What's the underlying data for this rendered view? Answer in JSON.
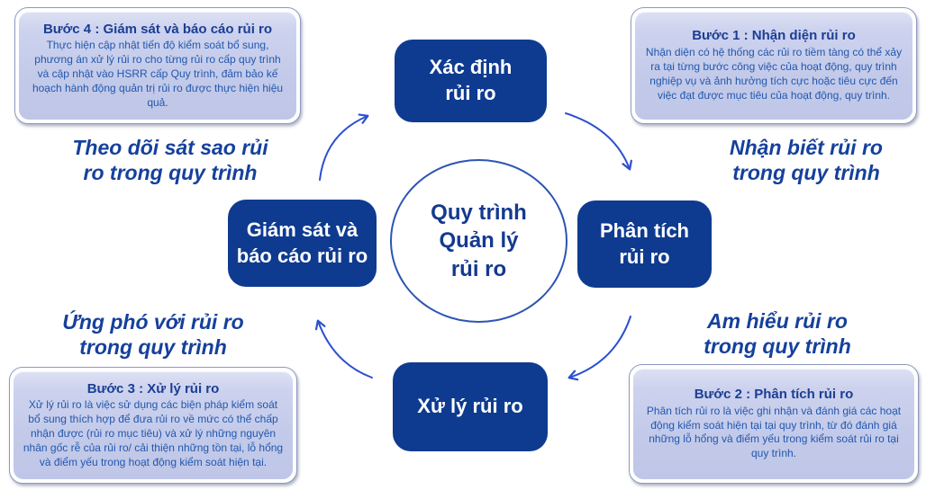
{
  "diagram": {
    "center": {
      "lines": [
        "Quy trình",
        "Quản lý",
        "rủi ro"
      ]
    },
    "nodes": {
      "top": {
        "lines": [
          "Xác định",
          "rủi ro"
        ]
      },
      "right": {
        "lines": [
          "Phân tích",
          "rủi ro"
        ]
      },
      "bottom": {
        "lines": [
          "Xử lý rủi ro"
        ]
      },
      "left": {
        "lines": [
          "Giám sát và",
          "báo cáo rủi ro"
        ]
      }
    },
    "steps": {
      "step1": {
        "title": "Bước 1 : Nhận diện rủi ro",
        "body": "Nhận diện có hệ thống các rủi ro tiềm tàng có thể xảy ra tại từng bước công việc của hoạt động, quy trình nghiệp vụ và ảnh hưởng tích cực hoặc tiêu cực đến việc đạt được mục tiêu của hoạt động, quy trình."
      },
      "step2": {
        "title": "Bước 2 : Phân tích rủi ro",
        "body": "Phân tích rủi ro là việc ghi nhận và đánh giá các hoạt động kiểm soát hiện tại tại quy trình, từ đó đánh giá những lỗ hổng và điểm yếu trong kiểm soát rủi ro tại quy trình."
      },
      "step3": {
        "title": "Bước 3 : Xử lý rủi ro",
        "body": "Xử lý rủi ro là việc sử dụng các biện pháp kiểm soát bổ sung thích hợp để đưa rủi ro về mức có thể chấp nhận được (rủi ro mục tiêu) và xử lý những nguyên nhân gốc rễ của rủi ro/ cải thiện những tồn tại, lỗ hổng và điểm yếu trong hoạt động kiểm soát hiện tại."
      },
      "step4": {
        "title": "Bước 4 : Giám sát và báo cáo rủi ro",
        "body": "Thực hiện cập nhật tiến độ kiểm soát bổ sung, phương án xử lý rủi ro cho từng rủi ro cấp quy trình và cập nhật vào HSRR cấp Quy trình, đảm bảo kế hoạch hành động quản trị rủi ro được thực hiện hiệu quả."
      }
    },
    "captions": {
      "top_left": {
        "lines": [
          "Theo dõi sát sao rủi",
          "ro trong quy trình"
        ]
      },
      "top_right": {
        "lines": [
          "Nhận biết rủi ro",
          "trong quy trình"
        ]
      },
      "bottom_left": {
        "lines": [
          "Ứng phó với rủi ro",
          "trong quy trình"
        ]
      },
      "bottom_right": {
        "lines": [
          "Am hiểu rủi ro",
          "trong quy trình"
        ]
      }
    },
    "colors": {
      "node_fill": "#0e3b90",
      "node_text": "#ffffff",
      "panel_fill": "#c3cae9",
      "panel_border": "#8f99c0",
      "panel_title_text": "#1b3e94",
      "panel_body_text": "#2257ae",
      "caption_text": "#15409c",
      "arrow": "#2b4fd0",
      "circle_stroke": "#2c55b2"
    }
  }
}
